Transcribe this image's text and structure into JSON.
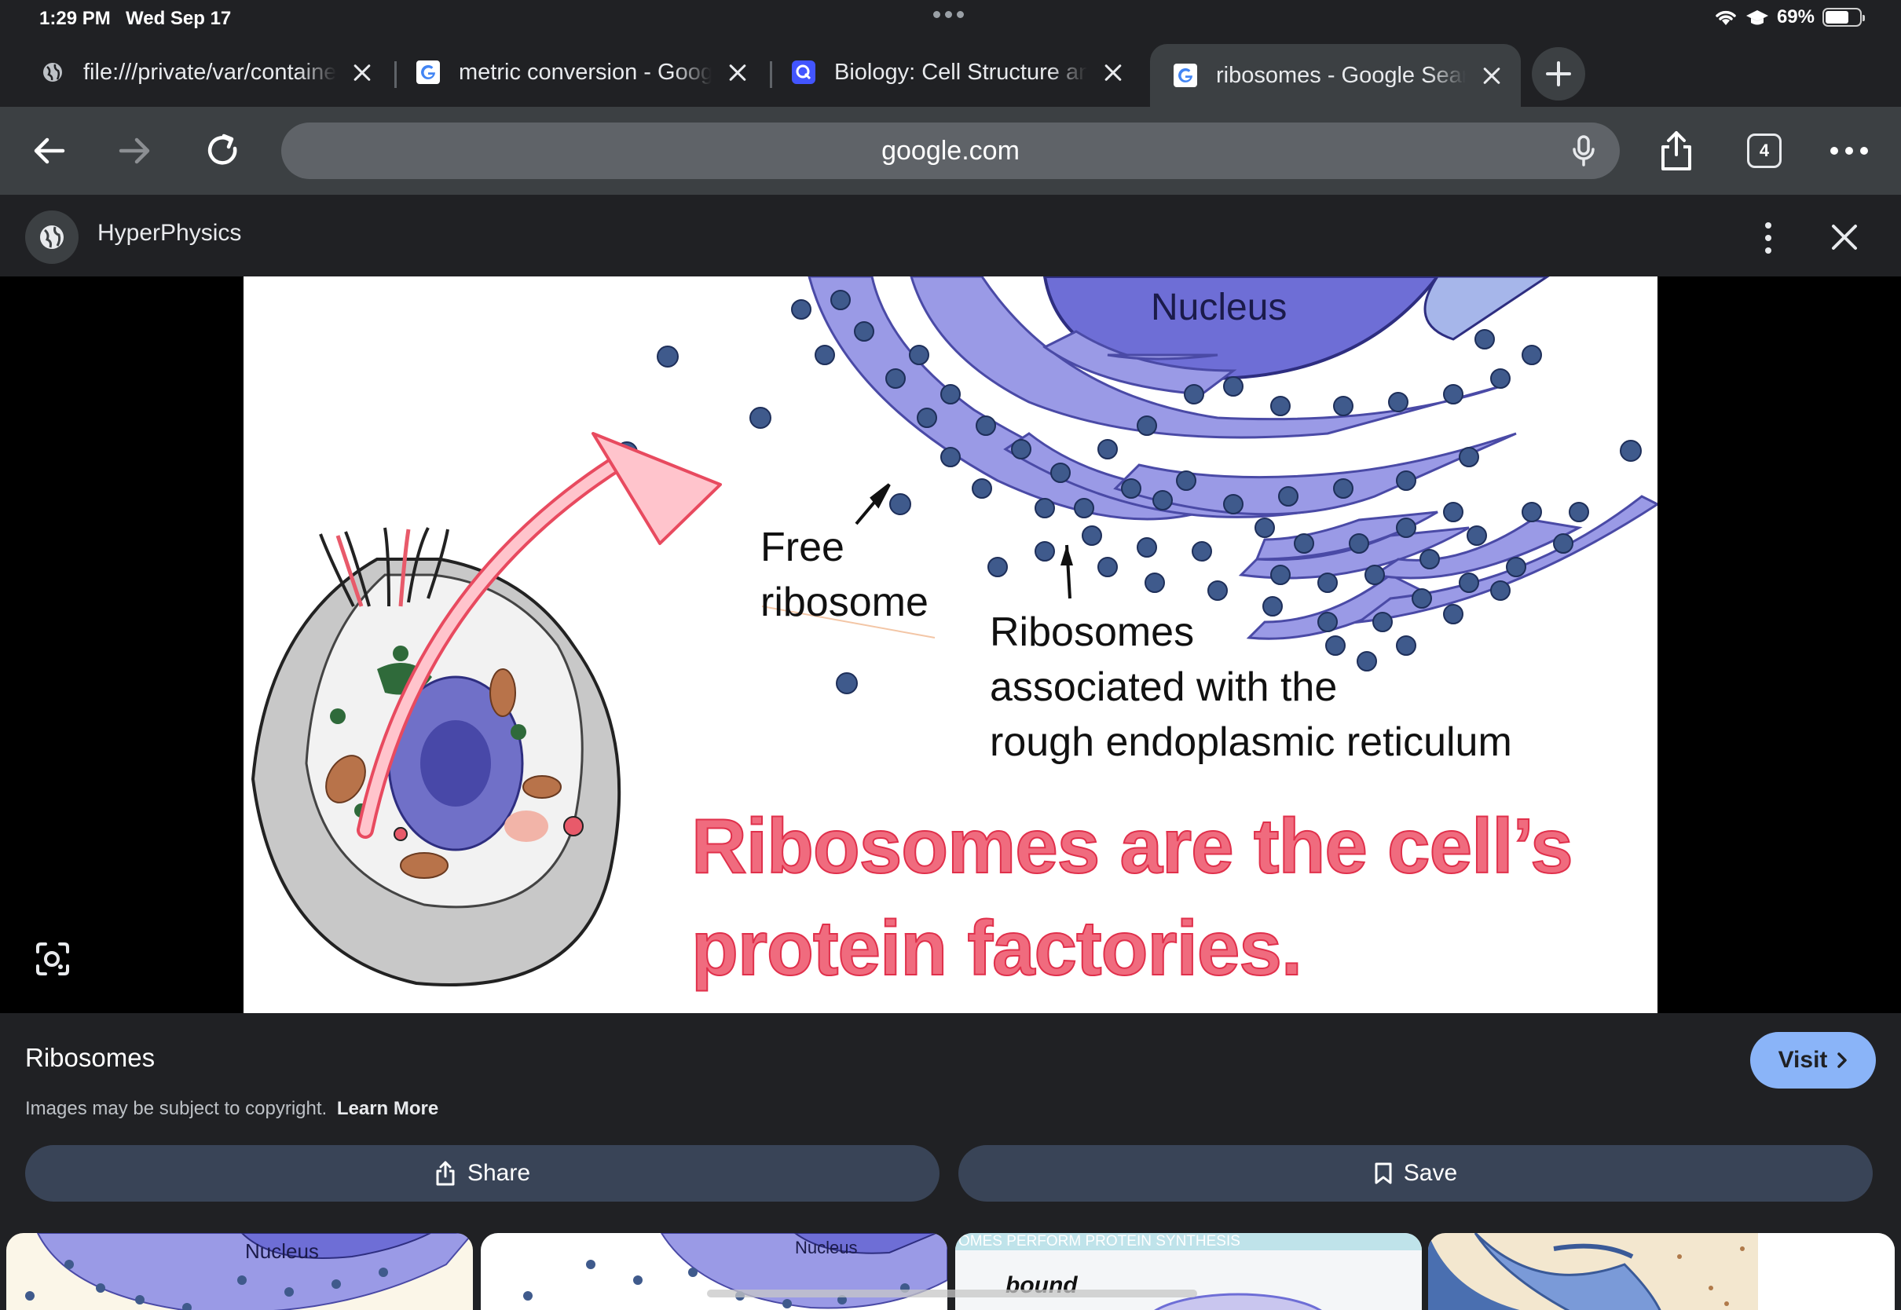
{
  "status_bar": {
    "time": "1:29 PM",
    "date": "Wed Sep 17",
    "battery": "69%",
    "battery_level": 0.69,
    "icons": [
      "wifi-icon",
      "graduation-cap-icon",
      "battery-icon"
    ]
  },
  "tabs": [
    {
      "title": "file:///private/var/containers",
      "favicon": "globe-icon",
      "active": false
    },
    {
      "title": "metric conversion - Google Search",
      "favicon": "google-icon",
      "active": false
    },
    {
      "title": "Biology: Cell Structure and Function",
      "favicon": "quizlet-icon",
      "active": false
    },
    {
      "title": "ribosomes - Google Search",
      "favicon": "google-icon",
      "active": true
    }
  ],
  "toolbar": {
    "url": "google.com",
    "tab_count": "4"
  },
  "viewer": {
    "site_name": "HyperPhysics"
  },
  "image": {
    "labels": {
      "nucleus": "Nucleus",
      "free_1": "Free",
      "free_2": "ribosome",
      "rer_1": "Ribosomes",
      "rer_2": "associated with the",
      "rer_3": "rough endoplasmic reticulum",
      "factories_1": "Ribosomes are the cell’s",
      "factories_2": "protein factories."
    }
  },
  "sheet": {
    "title": "Ribosomes",
    "visit_label": "Visit",
    "copyright_text": "Images may be subject to copyright.",
    "learn_more": "Learn More",
    "share_label": "Share",
    "save_label": "Save"
  },
  "related": [
    {
      "caption": "Nucleus"
    },
    {
      "caption": "Nucleus"
    },
    {
      "caption": "OMES PERFORM PROTEIN SYNTHESIS",
      "caption2": "bound"
    },
    {
      "caption": ""
    }
  ],
  "colors": {
    "accent": "#8ab4f8",
    "membrane": "#9a9ae6",
    "ribosome": "#3f5a8c",
    "factories_text": "#f06b7e"
  }
}
